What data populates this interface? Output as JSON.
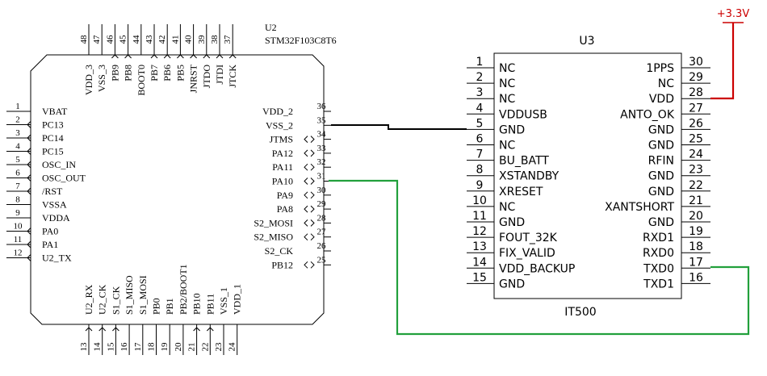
{
  "u2": {
    "ref": "U2",
    "part": "STM32F103C8T6",
    "left_pins": [
      {
        "num": "1",
        "name": "VBAT",
        "bidir": false
      },
      {
        "num": "2",
        "name": "PC13",
        "bidir": true
      },
      {
        "num": "3",
        "name": "PC14",
        "bidir": true
      },
      {
        "num": "4",
        "name": "PC15",
        "bidir": true
      },
      {
        "num": "5",
        "name": "OSC_IN",
        "bidir": true
      },
      {
        "num": "6",
        "name": "OSC_OUT",
        "bidir": true
      },
      {
        "num": "7",
        "name": "/RST",
        "bidir": true
      },
      {
        "num": "8",
        "name": "VSSA",
        "bidir": false
      },
      {
        "num": "9",
        "name": "VDDA",
        "bidir": false
      },
      {
        "num": "10",
        "name": "PA0",
        "bidir": true
      },
      {
        "num": "11",
        "name": "PA1",
        "bidir": true
      },
      {
        "num": "12",
        "name": "U2_TX",
        "bidir": true
      }
    ],
    "bottom_pins": [
      {
        "num": "13",
        "name": "U2_RX",
        "bidir": true
      },
      {
        "num": "14",
        "name": "U2_CK",
        "bidir": true
      },
      {
        "num": "15",
        "name": "S1_CK",
        "bidir": true
      },
      {
        "num": "16",
        "name": "S1_MISO",
        "bidir": false
      },
      {
        "num": "17",
        "name": "S1_MOSI",
        "bidir": false
      },
      {
        "num": "18",
        "name": "PB0",
        "bidir": false
      },
      {
        "num": "19",
        "name": "PB1",
        "bidir": false
      },
      {
        "num": "20",
        "name": "PB2/BOOT1",
        "bidir": false
      },
      {
        "num": "21",
        "name": "PB10",
        "bidir": true
      },
      {
        "num": "22",
        "name": "PB11",
        "bidir": true
      },
      {
        "num": "23",
        "name": "VSS_1",
        "bidir": false
      },
      {
        "num": "24",
        "name": "VDD_1",
        "bidir": false
      }
    ],
    "right_pins": [
      {
        "num": "36",
        "name": "VDD_2",
        "bidir": false
      },
      {
        "num": "35",
        "name": "VSS_2",
        "bidir": false
      },
      {
        "num": "34",
        "name": "JTMS",
        "bidir": true
      },
      {
        "num": "33",
        "name": "PA12",
        "bidir": true
      },
      {
        "num": "32",
        "name": "PA11",
        "bidir": true
      },
      {
        "num": "31",
        "name": "PA10",
        "bidir": true
      },
      {
        "num": "30",
        "name": "PA9",
        "bidir": true
      },
      {
        "num": "29",
        "name": "PA8",
        "bidir": true
      },
      {
        "num": "28",
        "name": "S2_MOSI",
        "bidir": true
      },
      {
        "num": "27",
        "name": "S2_MISO",
        "bidir": true
      },
      {
        "num": "26",
        "name": "S2_CK",
        "bidir": false
      },
      {
        "num": "25",
        "name": "PB12",
        "bidir": true
      }
    ],
    "top_pins": [
      {
        "num": "48",
        "name": "VDD_3",
        "bidir": false
      },
      {
        "num": "47",
        "name": "VSS_3",
        "bidir": false
      },
      {
        "num": "46",
        "name": "PB9",
        "bidir": true
      },
      {
        "num": "45",
        "name": "PB8",
        "bidir": true
      },
      {
        "num": "44",
        "name": "BOOT0",
        "bidir": false
      },
      {
        "num": "43",
        "name": "PB7",
        "bidir": true
      },
      {
        "num": "42",
        "name": "PB6",
        "bidir": true
      },
      {
        "num": "41",
        "name": "PB5",
        "bidir": true
      },
      {
        "num": "40",
        "name": "JNRST",
        "bidir": true
      },
      {
        "num": "39",
        "name": "JTDO",
        "bidir": true
      },
      {
        "num": "38",
        "name": "JTDI",
        "bidir": true
      },
      {
        "num": "37",
        "name": "JTCK",
        "bidir": true
      }
    ]
  },
  "u3": {
    "ref": "U3",
    "part": "IT500",
    "left_pins": [
      {
        "num": "1",
        "name": "NC"
      },
      {
        "num": "2",
        "name": "NC"
      },
      {
        "num": "3",
        "name": "NC"
      },
      {
        "num": "4",
        "name": "VDDUSB"
      },
      {
        "num": "5",
        "name": "GND"
      },
      {
        "num": "6",
        "name": "NC"
      },
      {
        "num": "7",
        "name": "BU_BATT"
      },
      {
        "num": "8",
        "name": "XSTANDBY"
      },
      {
        "num": "9",
        "name": "XRESET"
      },
      {
        "num": "10",
        "name": "NC"
      },
      {
        "num": "11",
        "name": "GND"
      },
      {
        "num": "12",
        "name": "FOUT_32K"
      },
      {
        "num": "13",
        "name": "FIX_VALID"
      },
      {
        "num": "14",
        "name": "VDD_BACKUP"
      },
      {
        "num": "15",
        "name": "GND"
      }
    ],
    "right_pins": [
      {
        "num": "30",
        "name": "1PPS"
      },
      {
        "num": "29",
        "name": "NC"
      },
      {
        "num": "28",
        "name": "VDD"
      },
      {
        "num": "27",
        "name": "ANTO_OK"
      },
      {
        "num": "26",
        "name": "GND"
      },
      {
        "num": "25",
        "name": "GND"
      },
      {
        "num": "24",
        "name": "RFIN"
      },
      {
        "num": "23",
        "name": "GND"
      },
      {
        "num": "22",
        "name": "GND"
      },
      {
        "num": "21",
        "name": "XANTSHORT"
      },
      {
        "num": "20",
        "name": "GND"
      },
      {
        "num": "19",
        "name": "RXD1"
      },
      {
        "num": "18",
        "name": "RXD0"
      },
      {
        "num": "17",
        "name": "TXD0"
      },
      {
        "num": "16",
        "name": "TXD1"
      }
    ]
  },
  "power": {
    "label": "+3.3V",
    "color": "#cc0000"
  },
  "wires": {
    "gnd_color": "#000000",
    "uart_color": "#22a03c",
    "power_color": "#cc0000"
  }
}
